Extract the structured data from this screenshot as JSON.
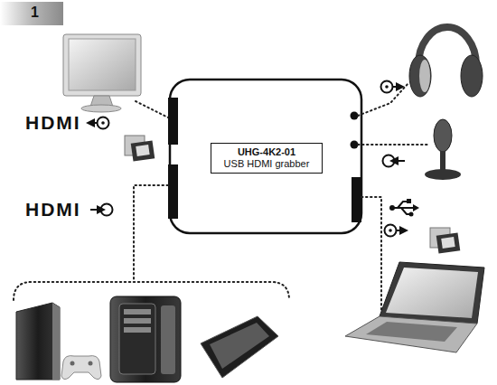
{
  "diagram": {
    "nodes": [
      {
        "text": [
          "UHG-4K2-01",
          "USB HDMI grabber"
        ]
      }
    ],
    "labels": [
      "1",
      "HDMI",
      "HDMI"
    ]
  }
}
